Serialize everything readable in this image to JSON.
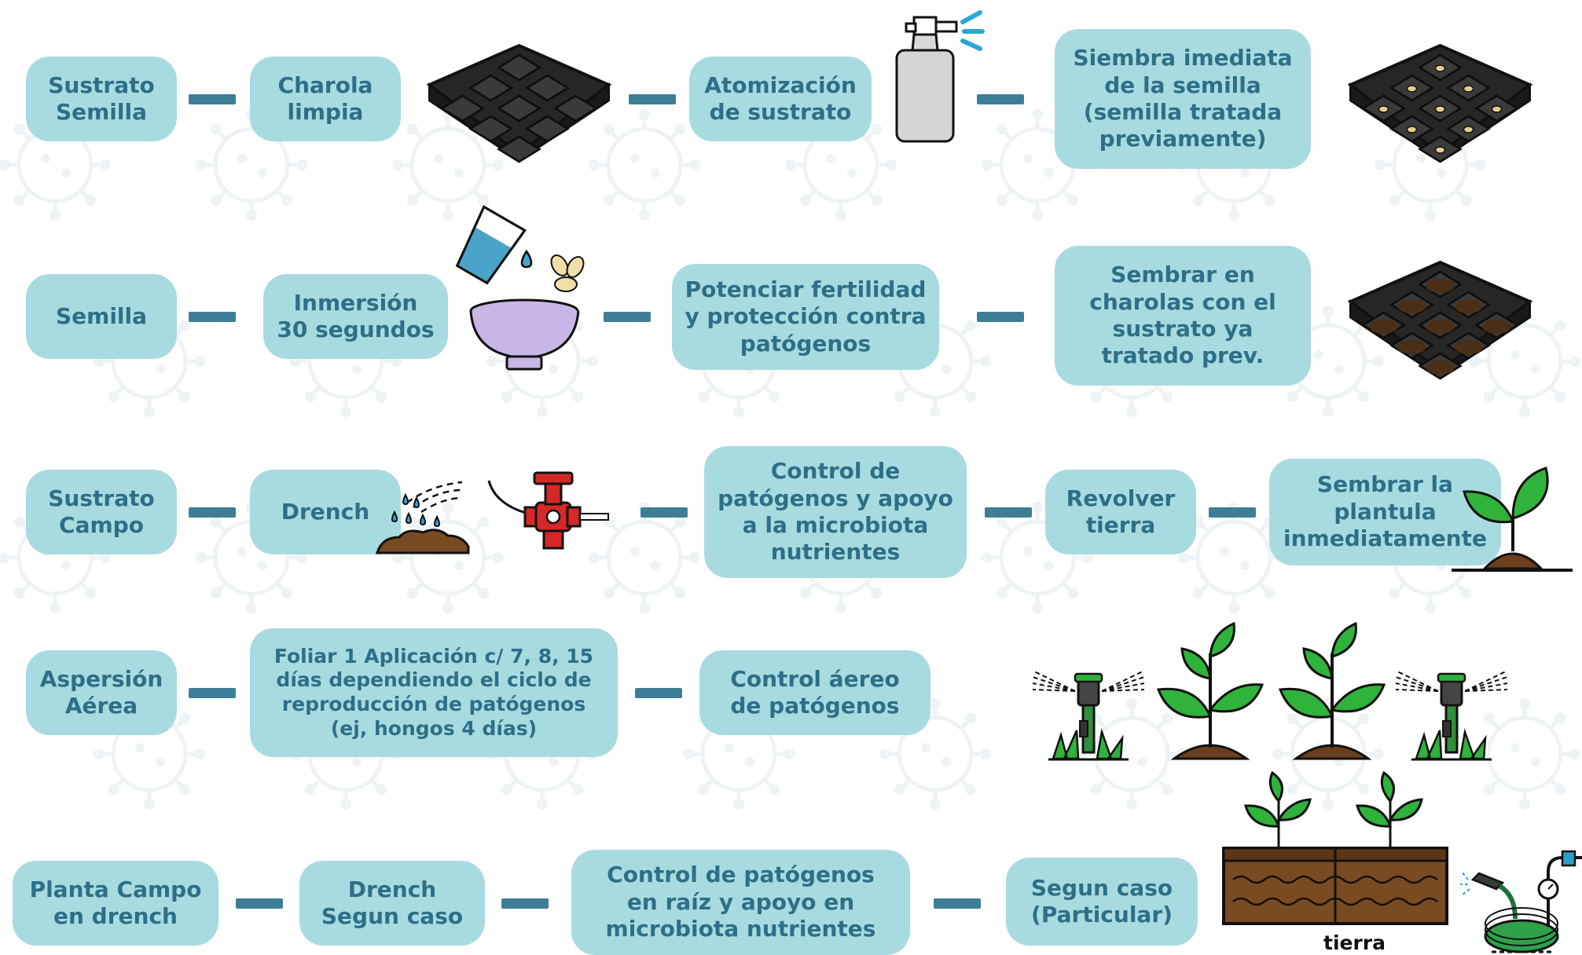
{
  "colors": {
    "box_fill": "#a8dbe0",
    "box_text": "#2e6f87",
    "connector": "#3d7e96",
    "watermark": "#eef3f5"
  },
  "rows": [
    {
      "steps": [
        "Sustrato\nSemilla",
        "Charola\nlimpia",
        "Atomización\nde sustrato",
        "Siembra imediata\nde la semilla\n(semilla tratada\npreviamente)"
      ],
      "icons": [
        "seedling-tray-icon",
        "spray-bottle-icon",
        "seeded-tray-icon"
      ]
    },
    {
      "steps": [
        "Semilla",
        "Inmersión\n30 segundos",
        "Potenciar fertilidad\ny protección contra\npatógenos",
        "Sembrar en\ncharolas con el\nsustrato ya\ntratado prev."
      ],
      "icons": [
        "water-glass-icon",
        "seeds-icon",
        "bowl-icon",
        "soil-tray-icon"
      ]
    },
    {
      "steps": [
        "Sustrato\nCampo",
        "Drench",
        "Control de\npatógenos y apoyo\na la microbiota\nnutrientes",
        "Revolver\ntierra",
        "Sembrar la\nplantula\ninmediatamente"
      ],
      "icons": [
        "watering-soil-icon",
        "water-valve-icon",
        "sprout-icon"
      ]
    },
    {
      "steps": [
        "Aspersión\nAérea",
        "Foliar 1 Aplicación c/ 7, 8, 15\ndías dependiendo el ciclo de\nreproducción de patógenos\n(ej, hongos 4 días)",
        "Control áereo\nde patógenos"
      ],
      "icons": [
        "sprinkler-icon",
        "plant-icon",
        "plant-icon",
        "sprinkler-icon"
      ]
    },
    {
      "steps": [
        "Planta Campo\nen drench",
        "Drench\nSegun caso",
        "Control de patógenos\nen raíz y apoyo en\nmicrobiota nutrientes",
        "Segun caso\n(Particular)"
      ],
      "icons": [
        "soil-bed-icon",
        "hose-faucet-icon"
      ],
      "caption": "tierra"
    }
  ]
}
